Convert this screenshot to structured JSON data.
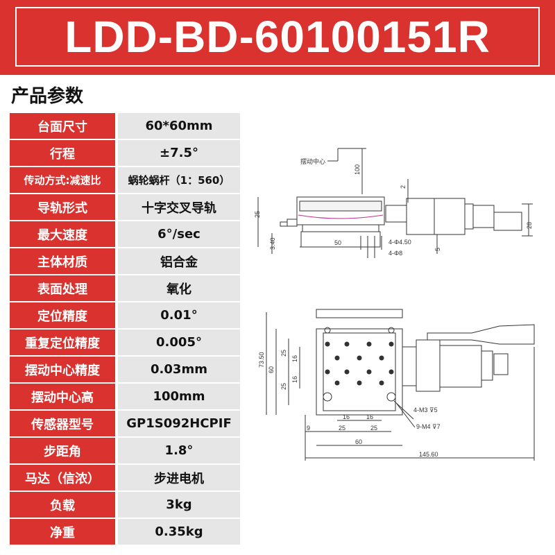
{
  "header": {
    "title": "LDD-BD-60100151R"
  },
  "section": {
    "title": "产品参数"
  },
  "specs": [
    {
      "label": "台面尺寸",
      "value": "60*60mm"
    },
    {
      "label": "行程",
      "value": "±7.5°"
    },
    {
      "label": "传动方式:减速比",
      "value": "蜗轮蜗杆（1：560）"
    },
    {
      "label": "导轨形式",
      "value": "十字交叉导轨"
    },
    {
      "label": "最大速度",
      "value": "6°/sec"
    },
    {
      "label": "主体材质",
      "value": "铝合金"
    },
    {
      "label": "表面处理",
      "value": "氧化"
    },
    {
      "label": "定位精度",
      "value": "0.01°"
    },
    {
      "label": "重复定位精度",
      "value": "0.005°"
    },
    {
      "label": "摆动中心精度",
      "value": "0.03mm"
    },
    {
      "label": "摆动中心高",
      "value": "100mm"
    },
    {
      "label": "传感器型号",
      "value": "GP1S092HCPIF"
    },
    {
      "label": "步距角",
      "value": "1.8°"
    },
    {
      "label": "马达（信浓）",
      "value": "步进电机"
    },
    {
      "label": "负载",
      "value": "3kg"
    },
    {
      "label": "净重",
      "value": "0.35kg"
    }
  ],
  "drawing": {
    "side_view": {
      "center_label": "摆动中心",
      "dim_100": "100",
      "dim_2": "2",
      "dim_28": "28",
      "dim_50": "50",
      "dim_340": "3.40",
      "dim_5": "5",
      "hole_450": "4-Φ4.50",
      "hole_8": "4-Φ8",
      "dim_left": "25"
    },
    "top_view": {
      "dim_7350": "73.50",
      "dim_60_v": "60",
      "dim_25_a": "25",
      "dim_25_b": "25",
      "dim_16_a": "16",
      "dim_16_b": "16",
      "dim_16_c": "16",
      "dim_16_d": "16",
      "dim_9": "9",
      "dim_25_c": "25",
      "dim_25_d": "25",
      "dim_60_h": "60",
      "dim_14560": "145.60",
      "note_m3": "4-M3 ⊽5",
      "note_m4": "9-M4 ⊽7"
    }
  }
}
